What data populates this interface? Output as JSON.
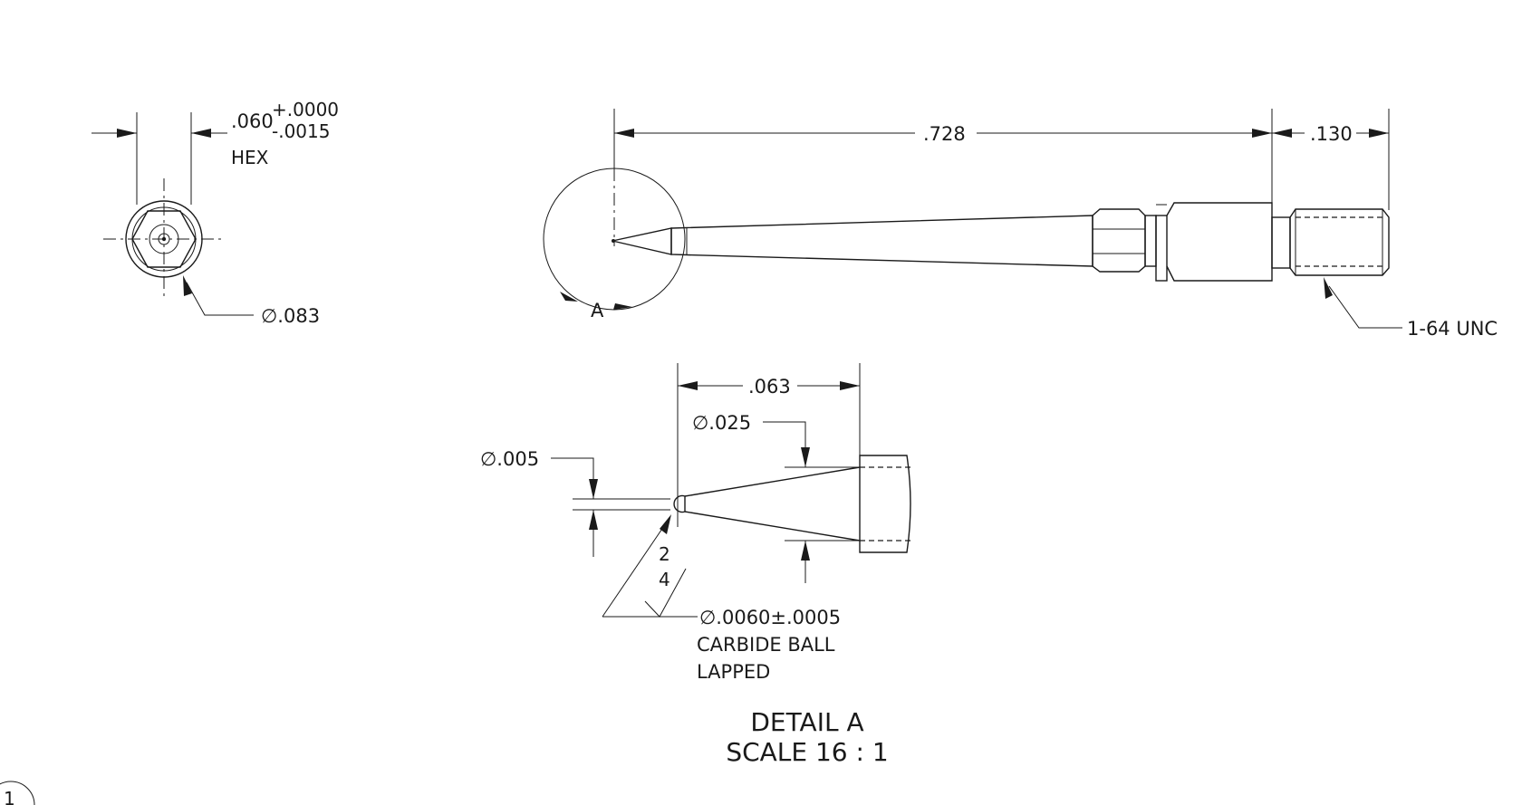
{
  "hex_view": {
    "hex_dim_value": ".060",
    "hex_tol_upper": "+.0000",
    "hex_tol_lower": "-.0015",
    "hex_label": "HEX",
    "diameter_label": "∅.083"
  },
  "main_view": {
    "length_dim": ".728",
    "end_dim": ".130",
    "thread_callout": "1-64 UNC",
    "detail_marker": "A"
  },
  "detail_view": {
    "length_dim": ".063",
    "tip_diameter": "∅.025",
    "small_diameter": "∅.005",
    "finish_top": "2",
    "finish_bottom": "4",
    "ball_spec_line1": "∅.0060±.0005",
    "ball_spec_line2": "CARBIDE BALL",
    "ball_spec_line3": "LAPPED",
    "title": "DETAIL A",
    "scale": "SCALE 16 : 1"
  },
  "sheet": {
    "view_balloon": "1"
  }
}
